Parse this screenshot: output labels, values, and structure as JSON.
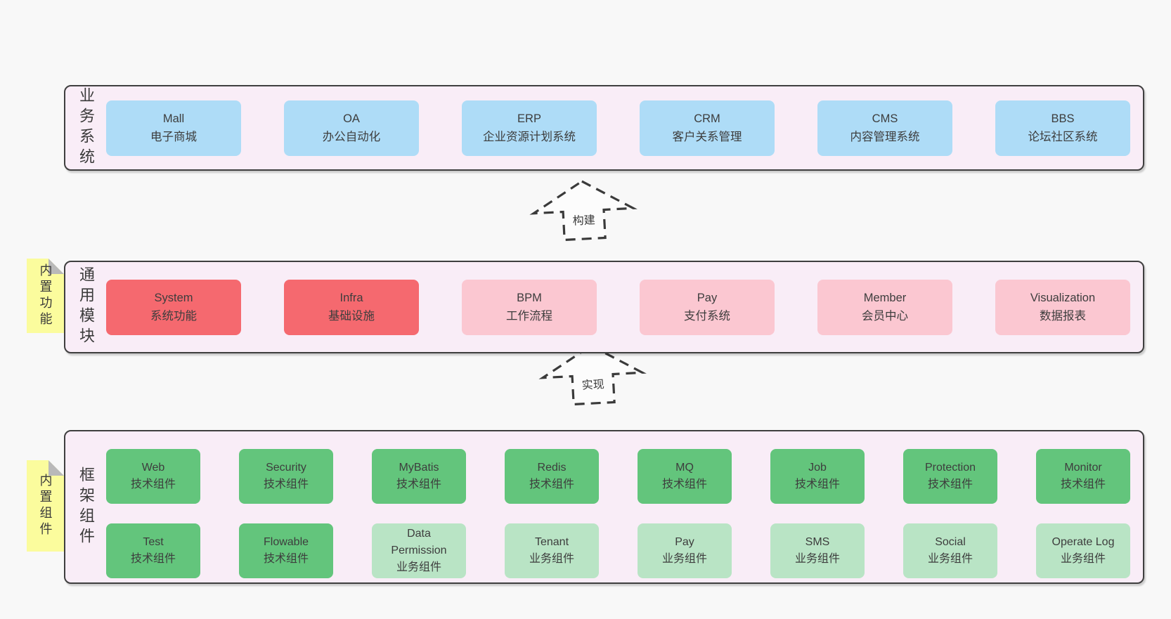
{
  "colors": {
    "page_bg": "#f8f8f8",
    "band_bg": "#f9edf7",
    "band_border": "#3f3f3f",
    "blue": "#aedcf7",
    "red": "#f5696f",
    "pink": "#fbc7d1",
    "green": "#63c57c",
    "light_green": "#b9e4c5",
    "note_yellow": "#fbfc9d",
    "note_fold": "#b9b9b9",
    "text": "#3d3d3d"
  },
  "arrows": [
    {
      "label": "构建"
    },
    {
      "label": "实现"
    }
  ],
  "bands": {
    "business": {
      "label": "业务系统",
      "items": [
        {
          "name": "Mall",
          "desc": "电子商城",
          "variant": "blue"
        },
        {
          "name": "OA",
          "desc": "办公自动化",
          "variant": "blue"
        },
        {
          "name": "ERP",
          "desc": "企业资源计划系统",
          "variant": "blue"
        },
        {
          "name": "CRM",
          "desc": "客户关系管理",
          "variant": "blue"
        },
        {
          "name": "CMS",
          "desc": "内容管理系统",
          "variant": "blue"
        },
        {
          "name": "BBS",
          "desc": "论坛社区系统",
          "variant": "blue"
        }
      ]
    },
    "modules": {
      "label": "通用模块",
      "note": "内置功能",
      "items": [
        {
          "name": "System",
          "desc": "系统功能",
          "variant": "red"
        },
        {
          "name": "Infra",
          "desc": "基础设施",
          "variant": "red"
        },
        {
          "name": "BPM",
          "desc": "工作流程",
          "variant": "pink"
        },
        {
          "name": "Pay",
          "desc": "支付系统",
          "variant": "pink"
        },
        {
          "name": "Member",
          "desc": "会员中心",
          "variant": "pink"
        },
        {
          "name": "Visualization",
          "desc": "数据报表",
          "variant": "pink"
        }
      ]
    },
    "components": {
      "label": "框架组件",
      "note": "内置组件",
      "rows": [
        [
          {
            "name": "Web",
            "desc": "技术组件",
            "variant": "green"
          },
          {
            "name": "Security",
            "desc": "技术组件",
            "variant": "green"
          },
          {
            "name": "MyBatis",
            "desc": "技术组件",
            "variant": "green"
          },
          {
            "name": "Redis",
            "desc": "技术组件",
            "variant": "green"
          },
          {
            "name": "MQ",
            "desc": "技术组件",
            "variant": "green"
          },
          {
            "name": "Job",
            "desc": "技术组件",
            "variant": "green"
          },
          {
            "name": "Protection",
            "desc": "技术组件",
            "variant": "green"
          },
          {
            "name": "Monitor",
            "desc": "技术组件",
            "variant": "green"
          }
        ],
        [
          {
            "name": "Test",
            "desc": "技术组件",
            "variant": "green"
          },
          {
            "name": "Flowable",
            "desc": "技术组件",
            "variant": "green"
          },
          {
            "name": "Data Permission",
            "desc": "业务组件",
            "variant": "lightgreen"
          },
          {
            "name": "Tenant",
            "desc": "业务组件",
            "variant": "lightgreen"
          },
          {
            "name": "Pay",
            "desc": "业务组件",
            "variant": "lightgreen"
          },
          {
            "name": "SMS",
            "desc": "业务组件",
            "variant": "lightgreen"
          },
          {
            "name": "Social",
            "desc": "业务组件",
            "variant": "lightgreen"
          },
          {
            "name": "Operate Log",
            "desc": "业务组件",
            "variant": "lightgreen"
          }
        ]
      ]
    }
  }
}
